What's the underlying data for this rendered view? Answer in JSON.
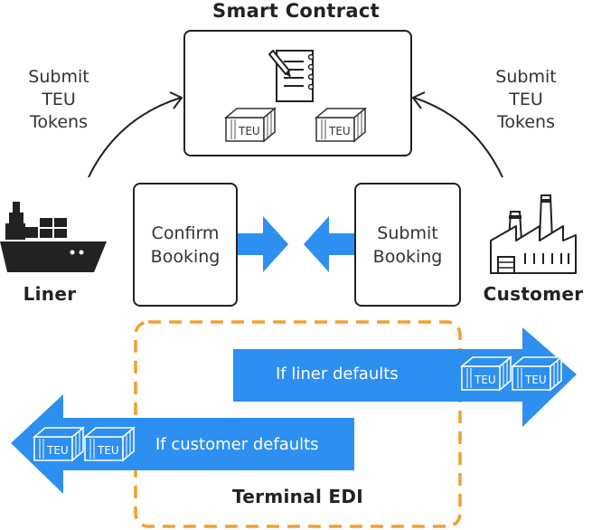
{
  "smart_contract": {
    "title": "Smart Contract"
  },
  "submit_left": {
    "lines": [
      "Submit",
      "TEU",
      "Tokens"
    ]
  },
  "submit_right": {
    "lines": [
      "Submit",
      "TEU",
      "Tokens"
    ]
  },
  "confirm_booking": {
    "lines": [
      "Confirm",
      "Booking"
    ]
  },
  "submit_booking": {
    "lines": [
      "Submit",
      "Booking"
    ]
  },
  "liner": {
    "label": "Liner"
  },
  "customer": {
    "label": "Customer"
  },
  "liner_default": {
    "label": "If liner defaults"
  },
  "customer_default": {
    "label": "If customer defaults"
  },
  "terminal": {
    "title": "Terminal EDI"
  },
  "container_text": "TEU",
  "colors": {
    "arrow": "#2d8ff0",
    "dashed": "#f0a030",
    "stroke": "#222222"
  }
}
